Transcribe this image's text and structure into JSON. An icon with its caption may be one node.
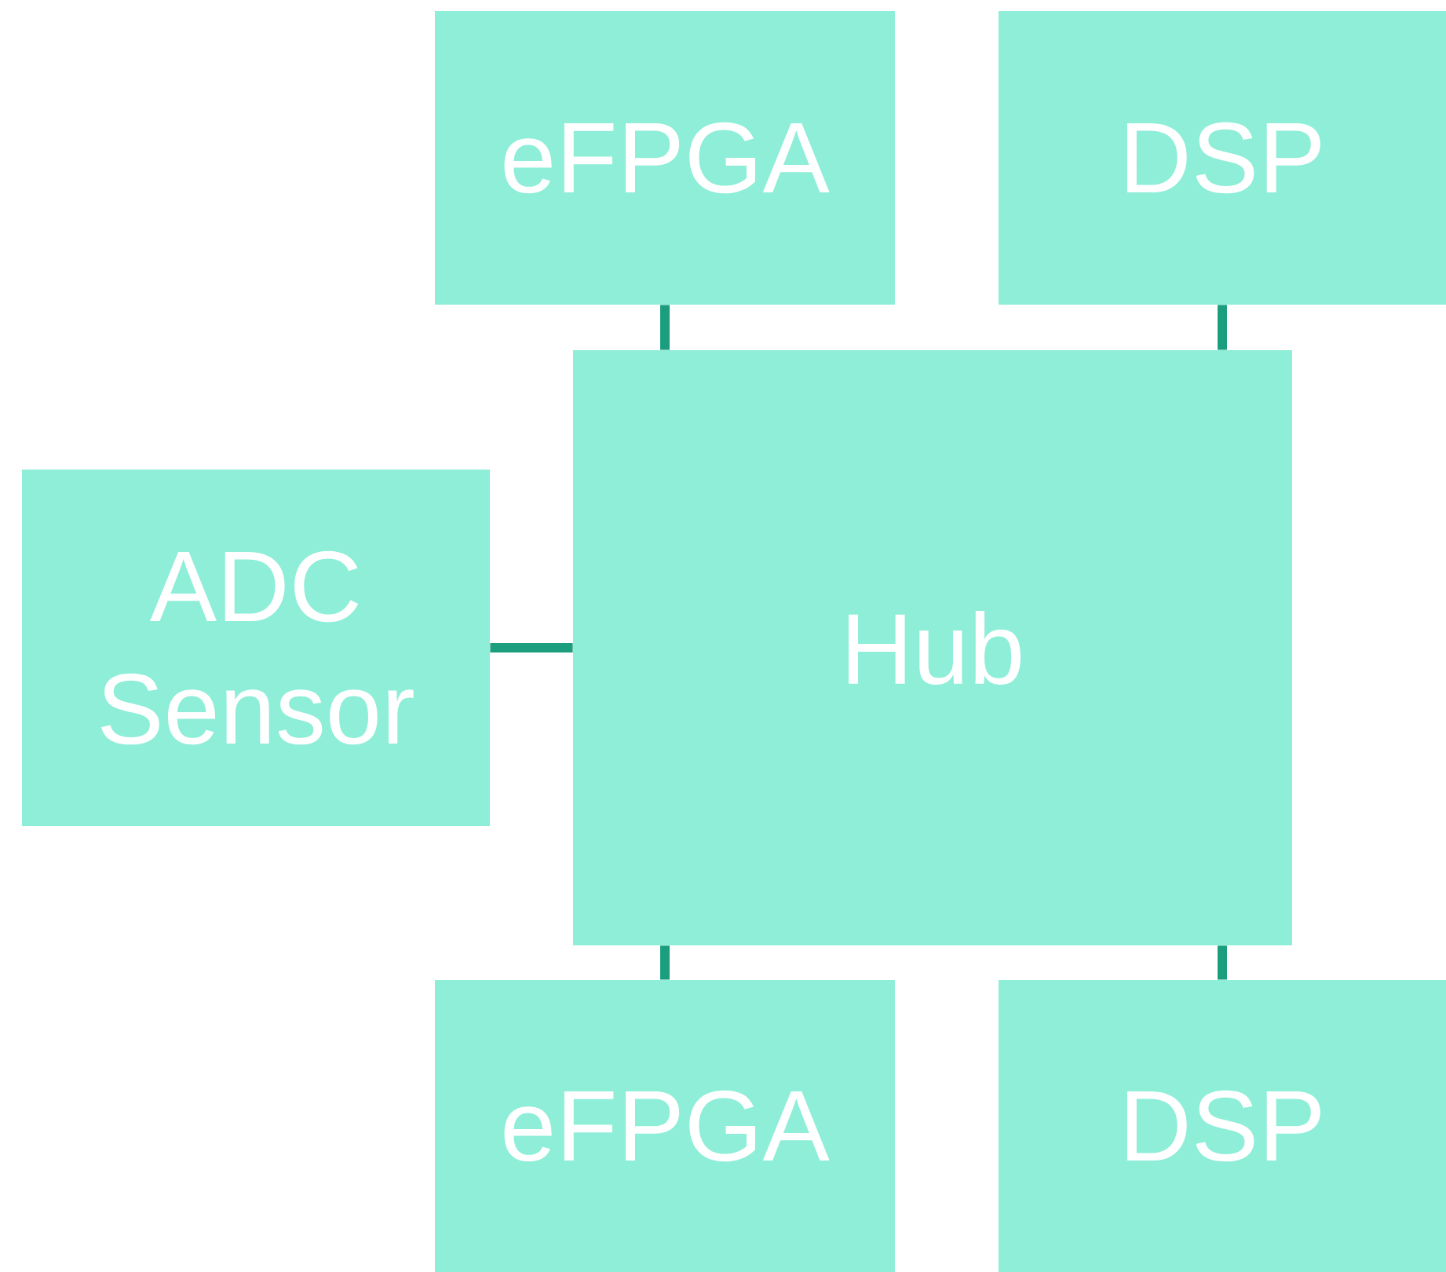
{
  "diagram": {
    "nodes": [
      {
        "text": [
          "eFPGA"
        ]
      },
      {
        "text": [
          "DSP"
        ]
      },
      {
        "text": [
          "ADC Sensor"
        ]
      },
      {
        "text": [
          "Hub"
        ]
      },
      {
        "text": [
          "eFPGA"
        ]
      },
      {
        "text": [
          "DSP"
        ]
      }
    ],
    "edges": [
      {
        "from": 3,
        "to": 0,
        "arrow": "none"
      },
      {
        "from": 3,
        "to": 1,
        "arrow": "none"
      },
      {
        "from": 2,
        "to": 3,
        "arrow": "none"
      },
      {
        "from": 3,
        "to": 4,
        "arrow": "none"
      },
      {
        "from": 3,
        "to": 5,
        "arrow": "none"
      }
    ]
  }
}
